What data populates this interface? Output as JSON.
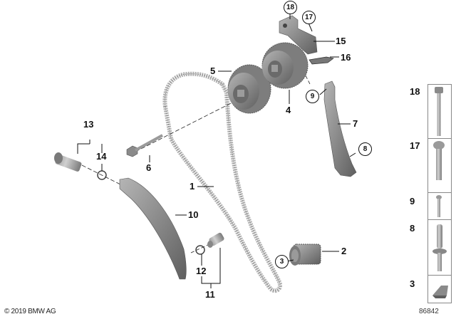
{
  "diagram": {
    "type": "parts exploded view",
    "subject": "Timing chain assembly",
    "callouts": [
      {
        "id": "1",
        "label": "1",
        "part": "timing-chain"
      },
      {
        "id": "2",
        "label": "2",
        "part": "crankshaft-sprocket"
      },
      {
        "id": "3",
        "label": "3",
        "part": "woodruff-key",
        "circled": true
      },
      {
        "id": "4",
        "label": "4",
        "part": "exhaust-camshaft-adjuster"
      },
      {
        "id": "5",
        "label": "5",
        "part": "intake-camshaft-adjuster"
      },
      {
        "id": "6",
        "label": "6",
        "part": "bolt"
      },
      {
        "id": "7",
        "label": "7",
        "part": "guide-rail"
      },
      {
        "id": "8",
        "label": "8",
        "part": "stud-bolt",
        "circled": true
      },
      {
        "id": "9",
        "label": "9",
        "part": "screw",
        "circled": true
      },
      {
        "id": "10",
        "label": "10",
        "part": "tensioner-rail"
      },
      {
        "id": "11",
        "label": "11",
        "part": "tensioner-assembly-group"
      },
      {
        "id": "12",
        "label": "12",
        "part": "o-ring"
      },
      {
        "id": "13",
        "label": "13",
        "part": "chain-tensioner-group"
      },
      {
        "id": "14",
        "label": "14",
        "part": "seal-ring"
      },
      {
        "id": "15",
        "label": "15",
        "part": "bracket"
      },
      {
        "id": "16",
        "label": "16",
        "part": "gasket"
      },
      {
        "id": "17",
        "label": "17",
        "part": "bolt",
        "circled": true
      },
      {
        "id": "18",
        "label": "18",
        "part": "bolt",
        "circled": true
      }
    ]
  },
  "side_panel": {
    "items": [
      {
        "label": "18",
        "part": "long-hex-bolt"
      },
      {
        "label": "17",
        "part": "flange-bolt"
      },
      {
        "label": "9",
        "part": "socket-screw"
      },
      {
        "label": "8",
        "part": "stud-bolt"
      },
      {
        "label": "3",
        "part": "woodruff-key"
      }
    ]
  },
  "footer": {
    "copyright": "© 2019 BMW AG",
    "diagram_id": "86842"
  },
  "colors": {
    "part_fill": "#8a8a8a",
    "part_dark": "#5e5e5e",
    "part_light": "#b8b8b8",
    "chain": "#a9a9a9",
    "line": "#111111",
    "box_border": "#888888"
  }
}
